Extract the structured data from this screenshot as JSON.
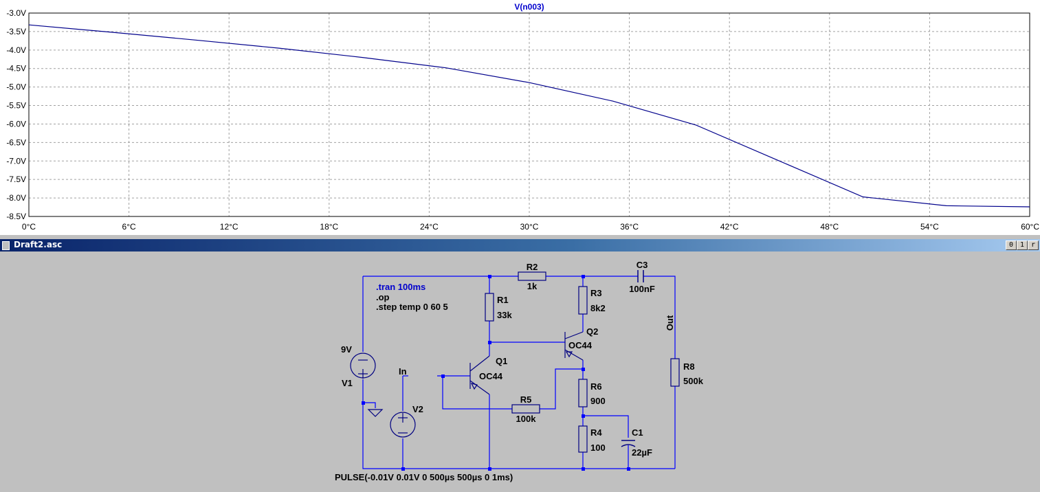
{
  "chart_data": {
    "type": "line",
    "title": "V(n003)",
    "xlabel": "",
    "ylabel": "",
    "xlim": [
      0,
      60
    ],
    "ylim": [
      -8.5,
      -3.0
    ],
    "x_ticks": [
      0,
      6,
      12,
      18,
      24,
      30,
      36,
      42,
      48,
      54,
      60
    ],
    "x_tick_labels": [
      "0°C",
      "6°C",
      "12°C",
      "18°C",
      "24°C",
      "30°C",
      "36°C",
      "42°C",
      "48°C",
      "54°C",
      "60°C"
    ],
    "y_ticks": [
      -3.0,
      -3.5,
      -4.0,
      -4.5,
      -5.0,
      -5.5,
      -6.0,
      -6.5,
      -7.0,
      -7.5,
      -8.0,
      -8.5
    ],
    "y_tick_labels": [
      "-3.0V",
      "-3.5V",
      "-4.0V",
      "-4.5V",
      "-5.0V",
      "-5.5V",
      "-6.0V",
      "-6.5V",
      "-7.0V",
      "-7.5V",
      "-8.0V",
      "-8.5V"
    ],
    "grid": true,
    "color": "#00008b",
    "series": [
      {
        "x": [
          0,
          5,
          10,
          15,
          20,
          25,
          30,
          35,
          40,
          45,
          50,
          55,
          60
        ],
        "y": [
          -3.32,
          -3.52,
          -3.73,
          -3.95,
          -4.2,
          -4.48,
          -4.88,
          -5.38,
          -6.03,
          -7.0,
          -7.97,
          -8.21,
          -8.24
        ]
      }
    ]
  },
  "window": {
    "title": "Draft2.asc",
    "btn_min": "0",
    "btn_max": "1",
    "btn_close": "r"
  },
  "schematic": {
    "directives": {
      "tran": ".tran 100ms",
      "op": ".op",
      "step": ".step temp 0 60 5"
    },
    "components": {
      "R1": {
        "name": "R1",
        "value": "33k"
      },
      "R2": {
        "name": "R2",
        "value": "1k"
      },
      "R3": {
        "name": "R3",
        "value": "8k2"
      },
      "R4": {
        "name": "R4",
        "value": "100"
      },
      "R5": {
        "name": "R5",
        "value": "100k"
      },
      "R6": {
        "name": "R6",
        "value": "900"
      },
      "R8": {
        "name": "R8",
        "value": "500k"
      },
      "C1": {
        "name": "C1",
        "value": "22µF"
      },
      "C3": {
        "name": "C3",
        "value": "100nF"
      },
      "Q1": {
        "name": "Q1",
        "value": "OC44"
      },
      "Q2": {
        "name": "Q2",
        "value": "OC44"
      },
      "V1": {
        "name": "V1",
        "value": "9V"
      },
      "V2": {
        "name": "V2",
        "value": "PULSE(-0.01V 0.01V 0 500µs 500µs 0 1ms)"
      }
    },
    "net_labels": {
      "in": "In",
      "out": "Out"
    },
    "colors": {
      "wire": "#0000ff",
      "component": "#000080",
      "directive": "#0000cd",
      "text": "#000000"
    }
  }
}
